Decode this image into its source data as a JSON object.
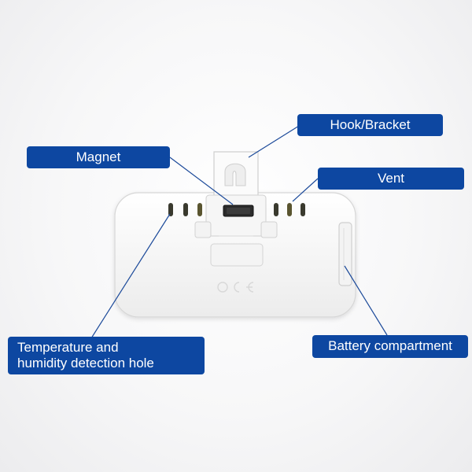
{
  "diagram": {
    "labels": {
      "hook_bracket": "Hook/Bracket",
      "magnet": "Magnet",
      "vent": "Vent",
      "temperature_line1": "Temperature and",
      "temperature_line2": "humidity detection hole",
      "battery": "Battery compartment"
    },
    "colors": {
      "label_background": "#0d47a1",
      "label_text": "#ffffff",
      "leader_line": "#1c4a9a",
      "device_body": "#f9f9f9"
    }
  }
}
